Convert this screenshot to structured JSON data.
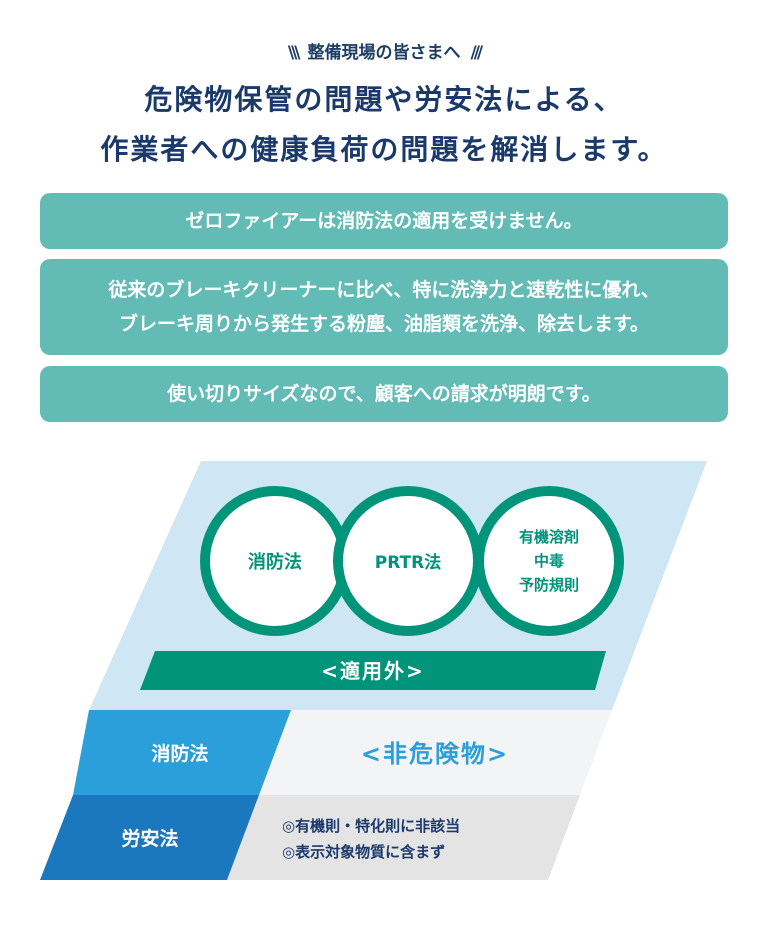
{
  "header": {
    "eyebrow": "整備現場の皆さまへ",
    "headline_line1": "危険物保管の問題や労安法による、",
    "headline_line2": "作業者への健康負荷の問題を解消します。"
  },
  "benefits": [
    "ゼロファイアーは消防法の適用を受けません。",
    "従来のブレーキクリーナーに比べ、特に洗浄力と速乾性に優れ、",
    "ブレーキ周りから発生する粉塵、油脂類を洗浄、除去します。",
    "使い切りサイズなので、顧客への請求が明朗です。"
  ],
  "diagram": {
    "circles": [
      "消防法",
      "PRTR法",
      "有機溶剤",
      "中毒",
      "予防規則"
    ],
    "exempt_label": "<適用外>",
    "row1_label": "消防法",
    "row1_value": "<非危険物>",
    "row2_label": "労安法",
    "row2_notes": [
      "◎有機則・特化則に非該当",
      "◎表示対象物質に含まず"
    ]
  },
  "colors": {
    "navy": "#1b3a6b",
    "teal_pill": "#63bbb6",
    "green": "#00957a",
    "light_blue_bg": "#cfe6f5",
    "blue": "#2a9fd9",
    "dark_blue": "#1c78be"
  }
}
